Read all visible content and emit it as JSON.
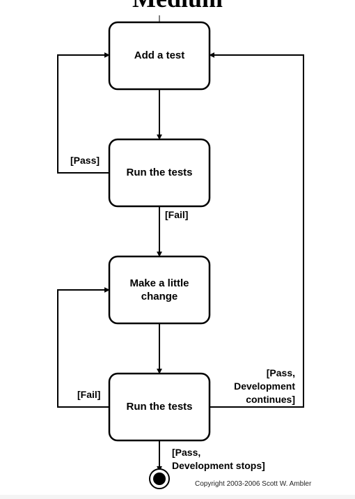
{
  "heading": "Medium",
  "nodes": {
    "add_test": "Add a test",
    "run_tests_1": "Run the tests",
    "make_change_line1": "Make a little",
    "make_change_line2": "change",
    "run_tests_2": "Run the tests"
  },
  "edges": {
    "pass_1": "[Pass]",
    "fail_1": "[Fail]",
    "fail_2": "[Fail]",
    "pass_continue_line1": "[Pass,",
    "pass_continue_line2": "Development",
    "pass_continue_line3": "continues]",
    "pass_stop_line1": "[Pass,",
    "pass_stop_line2": "Development stops]"
  },
  "copyright": "Copyright 2003-2006 Scott W. Ambler"
}
